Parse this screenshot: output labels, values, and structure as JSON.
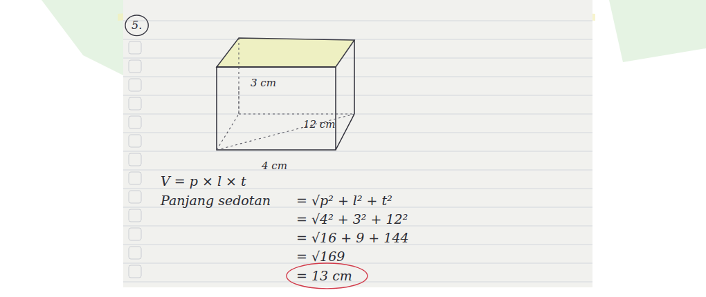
{
  "diagram": {
    "labels": [
      "5.",
      "3 cm",
      "12 cm",
      "4 cm",
      "V = p × l × t",
      "Panjang sedotan",
      "= √p² + l² + t²",
      "= √4² + 3² + 12²",
      "= √16 + 9 + 144",
      "= √169",
      "= 13 cm"
    ]
  }
}
